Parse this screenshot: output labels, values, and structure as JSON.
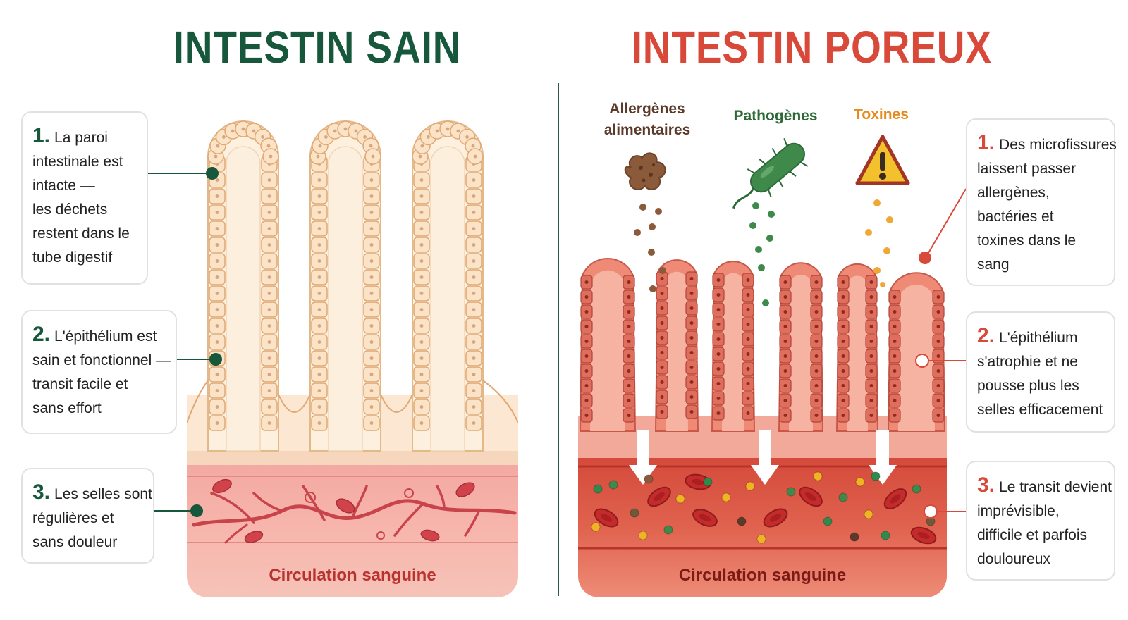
{
  "left": {
    "title": "INTESTIN SAIN",
    "cards": [
      {
        "number": "1.",
        "lines": [
          "La paroi",
          "intestinale est",
          "intacte —",
          "les déchets",
          "restent dans le",
          "tube digestif"
        ]
      },
      {
        "number": "2.",
        "lines": [
          "L'épithélium est",
          "sain et fonctionnel —",
          "transit facile et",
          "sans effort"
        ]
      },
      {
        "number": "3.",
        "lines": [
          "Les selles sont",
          "régulières et",
          "sans douleur"
        ]
      }
    ],
    "blood_label": "Circulation sanguine"
  },
  "right": {
    "title": "INTESTIN POREUX",
    "threats": {
      "allergens_line1": "Allergènes",
      "allergens_line2": "alimentaires",
      "pathogens": "Pathogènes",
      "toxins": "Toxines"
    },
    "cards": [
      {
        "number": "1.",
        "lines": [
          "Des microfissures",
          "laissent passer",
          "allergènes,",
          "bactéries et",
          "toxines dans le",
          "sang"
        ]
      },
      {
        "number": "2.",
        "lines": [
          "L'épithélium",
          "s'atrophie et ne",
          "pousse plus les",
          "selles efficacement"
        ]
      },
      {
        "number": "3.",
        "lines": [
          "Le transit devient",
          "imprévisible,",
          "difficile et parfois",
          "douloureux"
        ]
      }
    ],
    "blood_label": "Circulation sanguine"
  },
  "colors": {
    "green": "#17573c",
    "red": "#d9493a",
    "toxin_orange": "#e58a1c",
    "allergen_brown": "#8a5a3b",
    "pathogen_green": "#3f8a4a"
  },
  "icons": [
    "allergen-particle-icon",
    "bacteria-icon",
    "warning-triangle-icon"
  ]
}
